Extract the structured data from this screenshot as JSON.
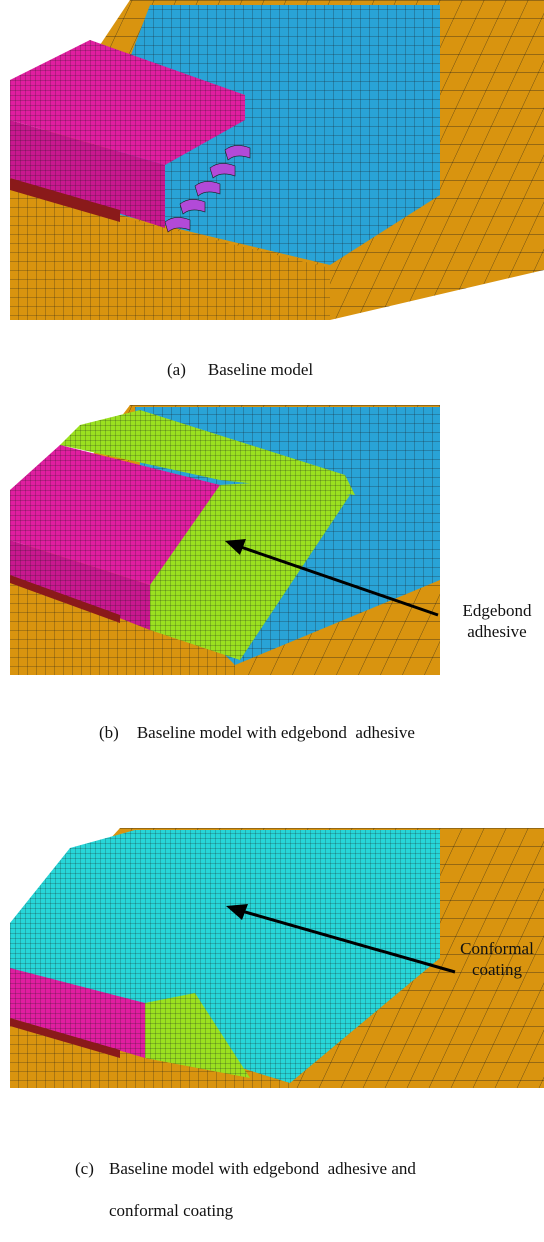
{
  "panels": [
    {
      "label": "(a)",
      "caption": "Baseline model"
    },
    {
      "label": "(b)",
      "caption": "Baseline model with edgebond  adhesive",
      "callout": [
        "Edgebond",
        "adhesive"
      ]
    },
    {
      "label": "(c)",
      "caption_lines": [
        "Baseline model with edgebond  adhesive and",
        "conformal coating"
      ],
      "callout": [
        "Conformal",
        "coating"
      ]
    }
  ],
  "colors": {
    "pcb": "#d9940f",
    "pad": "#29a3d6",
    "component": "#e01ea0",
    "component_dark": "#a50f7a",
    "solder_red": "#8a1a1a",
    "lead": "#b24ad8",
    "edgebond": "#9be020",
    "coating": "#27d6d8",
    "mesh": "#1a1a1a"
  }
}
